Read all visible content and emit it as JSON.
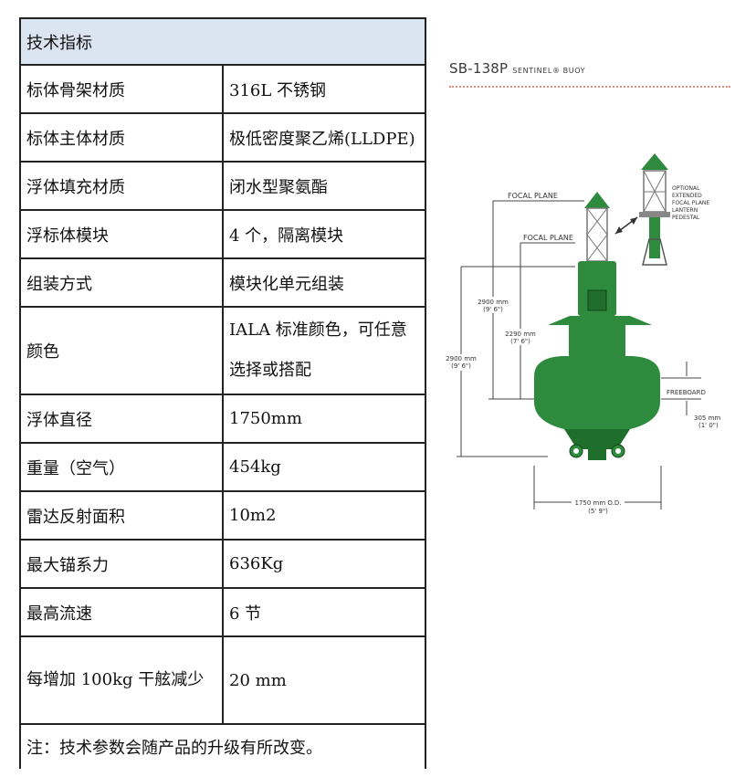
{
  "table": {
    "header": "技术指标",
    "rows": [
      {
        "key": "标体骨架材质",
        "value": "316L 不锈钢"
      },
      {
        "key": "标体主体材质",
        "value": "极低密度聚乙烯(LLDPE)"
      },
      {
        "key": "浮体填充材质",
        "value": "闭水型聚氨酯"
      },
      {
        "key": "浮标体模块",
        "value": "4 个，隔离模块"
      },
      {
        "key": "组装方式",
        "value": "模块化单元组装"
      },
      {
        "key": "颜色",
        "value": "IALA 标准颜色，可任意选择或搭配"
      },
      {
        "key": "浮体直径",
        "value": "1750mm"
      },
      {
        "key": "重量（空气）",
        "value": "454kg"
      },
      {
        "key": "雷达反射面积",
        "value": "10m2"
      },
      {
        "key": "最大锚系力",
        "value": "636Kg"
      },
      {
        "key": "最高流速",
        "value": "6 节"
      },
      {
        "key": "每增加 100kg 干舷减少",
        "value": "20   mm"
      }
    ],
    "note": "注：技术参数会随产品的升级有所改变。"
  },
  "diagram": {
    "model": "SB-138P",
    "subtitle": "SENTINEL® BUOY",
    "labels": {
      "focal_plane_1": "FOCAL PLANE",
      "focal_plane_2": "FOCAL PLANE",
      "optional_1": "OPTIONAL",
      "optional_2": "EXTENDED",
      "optional_3": "FOCAL PLANE",
      "optional_4": "LANTERN",
      "optional_5": "PEDESTAL",
      "dim_a_mm": "2900 mm",
      "dim_a_ft": "(9' 6\")",
      "dim_b_mm": "2290 mm",
      "dim_b_ft": "(7' 6\")",
      "dim_c_mm": "2900 mm",
      "dim_c_ft": "(9' 6\")",
      "freeboard": "FREEBOARD",
      "dim_d_mm": "305 mm",
      "dim_d_ft": "(1' 0\")",
      "dim_e_mm": "1750 mm O.D.",
      "dim_e_ft": "(5' 9\")"
    },
    "colors": {
      "body": "#2e8b3e",
      "body_dark": "#1f6e2c",
      "frame": "#777777"
    }
  }
}
